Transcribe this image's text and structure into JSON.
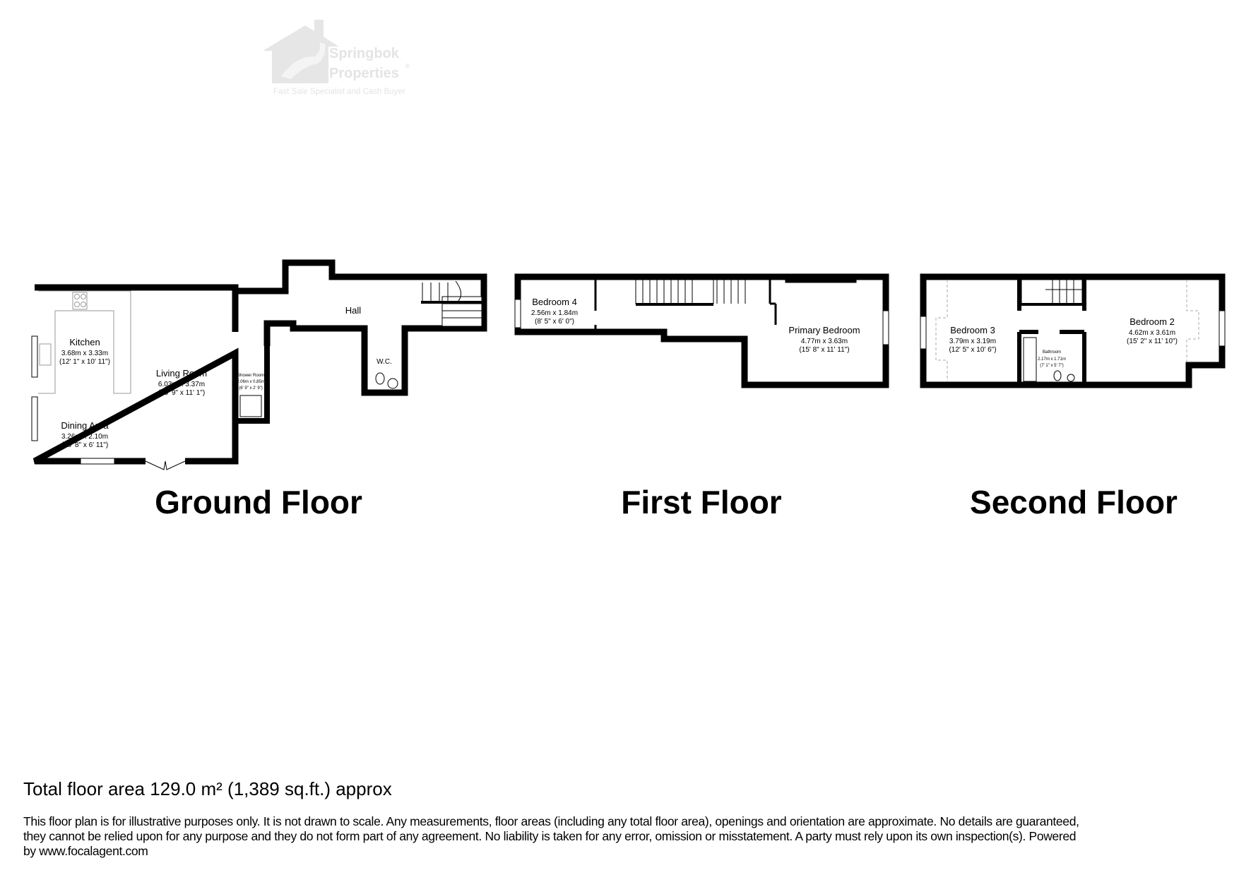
{
  "logo": {
    "brand_line1": "Springbok",
    "brand_line2": "Properties",
    "registered": "®",
    "tagline": "Fast Sale Specialist and Cash Buyer"
  },
  "floors": [
    {
      "title": "Ground Floor",
      "rooms": [
        {
          "name": "Kitchen",
          "metric": "3.68m x 3.33m",
          "imperial": "(12' 1\" x 10' 11\")"
        },
        {
          "name": "Living Room",
          "metric": "6.03m x 3.37m",
          "imperial": "(19' 9\" x 11' 1\")"
        },
        {
          "name": "Dining Area",
          "metric": "3.26m x 2.10m",
          "imperial": "(10' 8\" x 6' 11\")"
        },
        {
          "name": "Hall"
        },
        {
          "name": "W.C."
        },
        {
          "name": "Shower Room",
          "metric": "2.06m x 0.85m",
          "imperial": "(6' 9\" x 2' 9\")"
        }
      ]
    },
    {
      "title": "First Floor",
      "rooms": [
        {
          "name": "Bedroom 4",
          "metric": "2.56m x 1.84m",
          "imperial": "(8' 5\" x 6' 0\")"
        },
        {
          "name": "Primary Bedroom",
          "metric": "4.77m x 3.63m",
          "imperial": "(15' 8\" x 11' 11\")"
        }
      ]
    },
    {
      "title": "Second Floor",
      "rooms": [
        {
          "name": "Bedroom 3",
          "metric": "3.79m x 3.19m",
          "imperial": "(12' 5\" x 10' 6\")"
        },
        {
          "name": "Bathroom",
          "metric": "2.17m x 1.71m",
          "imperial": "(7' 1\" x 5' 7\")"
        },
        {
          "name": "Bedroom 2",
          "metric": "4.62m x 3.61m",
          "imperial": "(15' 2\" x 11' 10\")"
        }
      ]
    }
  ],
  "footer": {
    "total_area": "Total floor area 129.0 m² (1,389 sq.ft.) approx",
    "disclaimer_lines": [
      "This floor plan is for illustrative purposes only. It is not drawn to scale. Any measurements, floor areas (including any total floor area), openings and orientation are approximate. No details are guaranteed,",
      "they cannot be relied upon for any purpose and they do not form part of any agreement. No liability is taken for any error, omission or misstatement. A party must rely upon its own inspection(s). Powered",
      "by www.focalagent.com"
    ]
  }
}
